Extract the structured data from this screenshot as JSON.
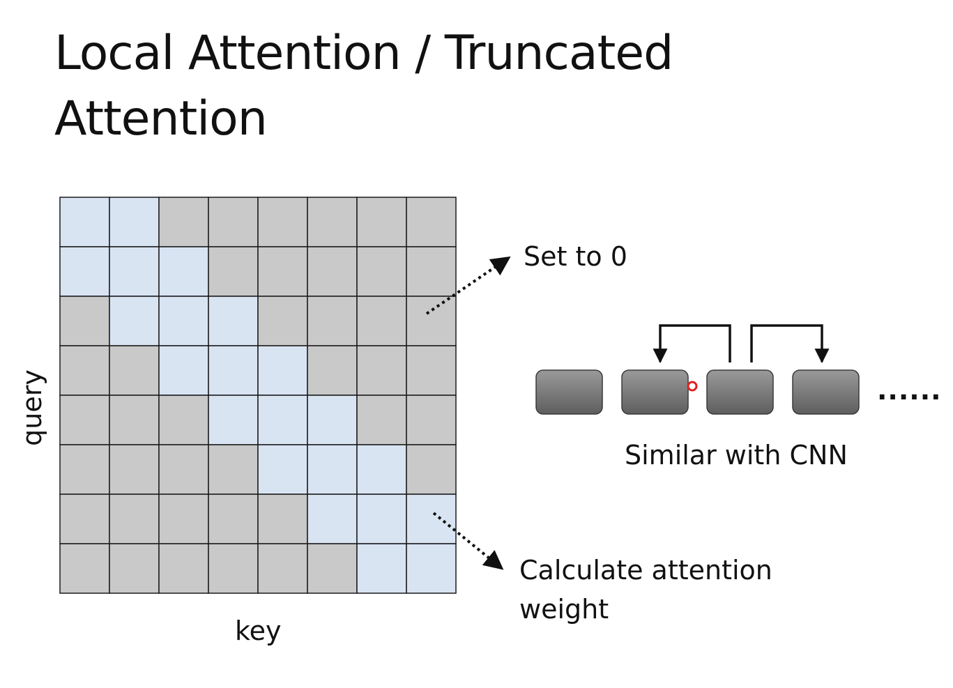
{
  "title": {
    "line1": "Local Attention / Truncated",
    "line2": "Attention"
  },
  "matrix": {
    "rows": 8,
    "cols": 8,
    "window": 1,
    "axis_x_label": "key",
    "axis_y_label": "query",
    "active_color": "#d9e4f3",
    "masked_color": "#c9c9c9",
    "grid_color": "#1a1a1a"
  },
  "annotations": {
    "masked_label": "Set to 0",
    "active_label_line1": "Calculate attention",
    "active_label_line2": "weight"
  },
  "sequence": {
    "box_count": 4,
    "ellipsis": "......",
    "caption": "Similar with CNN",
    "box_color": "#7a7a7a",
    "cursor_color": "#e02020"
  }
}
